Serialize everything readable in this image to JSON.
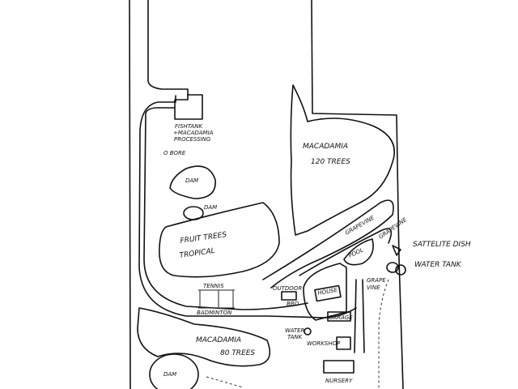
{
  "labels": {
    "fishtank_line1": "FISHTANK",
    "fishtank_line2": "+MACADAMIA",
    "fishtank_line3": "PROCESSING",
    "bore": "O BORE",
    "dam_upper": "DAM",
    "dam_small": "DAM",
    "macadamia_120_line1": "MACADAMIA",
    "macadamia_120_line2": "120 TREES",
    "fruit_trees_line1": "FRUIT TREES",
    "fruit_trees_line2": "TROPICAL",
    "grapevine_1": "GRAPEVINE",
    "grapevine_2": "GRAPEVINE",
    "grape_vine_line1": "GRAPE",
    "grape_vine_line2": "VINE",
    "satellite_dish": "SATTELITE DISH",
    "water_tank": "WATER TANK",
    "pool": "POOL",
    "tennis": "TENNIS",
    "badminton": "BADMINTON",
    "outdoor_bbq_line1": "OUTDOOR",
    "outdoor_bbq_line2": "BBQ",
    "house": "HOUSE",
    "garage": "GARAGE",
    "water_tank_small_line1": "WATER",
    "water_tank_small_line2": "TANK",
    "workshop": "WORKSHOP",
    "macadamia_80_line1": "MACADAMIA",
    "macadamia_80_line2": "80 TREES",
    "dam_lower": "DAM",
    "nursery": "NURSERY"
  },
  "colors": {
    "ink": "#111111",
    "paper": "#ffffff"
  }
}
